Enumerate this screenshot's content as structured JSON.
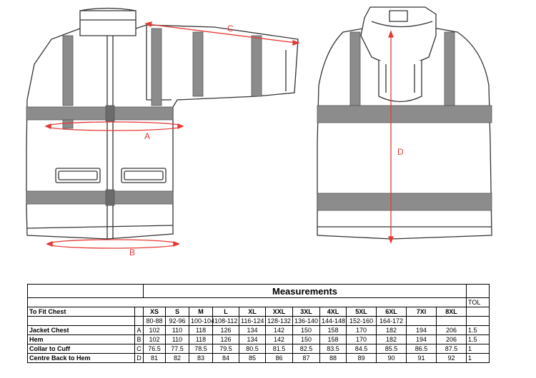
{
  "labels": {
    "a": "A",
    "b": "B",
    "c": "C",
    "d": "D"
  },
  "table": {
    "title": "Measurements",
    "tol_label": "TOL",
    "fit_chest_label": "To Fit Chest",
    "sizes": [
      "XS",
      "S",
      "M",
      "L",
      "XL",
      "XXL",
      "3XL",
      "4XL",
      "5XL",
      "6XL",
      "7Xl",
      "8XL"
    ],
    "chest_ranges": [
      "80-88",
      "92-96",
      "100-104",
      "108-112",
      "116-124",
      "128-132",
      "136-140",
      "144-148",
      "152-160",
      "164-172",
      "",
      ""
    ],
    "rows": [
      {
        "label": "Jacket Chest",
        "letter": "A",
        "values": [
          "102",
          "110",
          "118",
          "126",
          "134",
          "142",
          "150",
          "158",
          "170",
          "182",
          "194",
          "206"
        ],
        "tol": "1.5"
      },
      {
        "label": "Hem",
        "letter": "B",
        "values": [
          "102",
          "110",
          "118",
          "126",
          "134",
          "142",
          "150",
          "158",
          "170",
          "182",
          "194",
          "206"
        ],
        "tol": "1.5"
      },
      {
        "label": "Collar to Cuff",
        "letter": "C",
        "values": [
          "76.5",
          "77.5",
          "78.5",
          "79.5",
          "80.5",
          "81.5",
          "82.5",
          "83.5",
          "84.5",
          "85.5",
          "86.5",
          "87.5"
        ],
        "tol": "1"
      },
      {
        "label": "Centre Back to Hem",
        "letter": "D",
        "values": [
          "81",
          "82",
          "83",
          "84",
          "85",
          "86",
          "87",
          "88",
          "89",
          "90",
          "91",
          "92"
        ],
        "tol": "1"
      }
    ]
  },
  "colors": {
    "tape": "#8c8c8c",
    "tape_dark": "#6b6b6b",
    "outline": "#333333",
    "measure": "#e53935"
  }
}
